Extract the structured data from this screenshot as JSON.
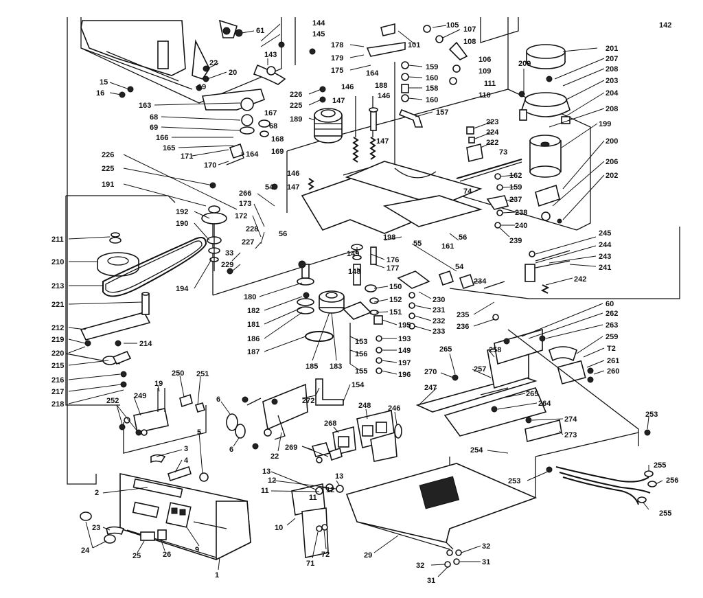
{
  "callouts": [
    {
      "id": "callout-142",
      "text": "142"
    },
    {
      "id": "callout-144",
      "text": "144"
    },
    {
      "id": "callout-145",
      "text": "145"
    },
    {
      "id": "callout-61",
      "text": "61"
    },
    {
      "id": "callout-105",
      "text": "105"
    },
    {
      "id": "callout-107",
      "text": "107"
    },
    {
      "id": "callout-108",
      "text": "108"
    },
    {
      "id": "callout-178",
      "text": "178"
    },
    {
      "id": "callout-179",
      "text": "179"
    },
    {
      "id": "callout-175",
      "text": "175"
    },
    {
      "id": "callout-101",
      "text": "101"
    },
    {
      "id": "callout-106",
      "text": "106"
    },
    {
      "id": "callout-109",
      "text": "109"
    },
    {
      "id": "callout-111",
      "text": "111"
    },
    {
      "id": "callout-110",
      "text": "110"
    },
    {
      "id": "callout-159a",
      "text": "159"
    },
    {
      "id": "callout-160a",
      "text": "160"
    },
    {
      "id": "callout-158",
      "text": "158"
    },
    {
      "id": "callout-160b",
      "text": "160"
    },
    {
      "id": "callout-157",
      "text": "157"
    },
    {
      "id": "callout-201",
      "text": "201"
    },
    {
      "id": "callout-207",
      "text": "207"
    },
    {
      "id": "callout-208a",
      "text": "208"
    },
    {
      "id": "callout-203",
      "text": "203"
    },
    {
      "id": "callout-204",
      "text": "204"
    },
    {
      "id": "callout-208b",
      "text": "208"
    },
    {
      "id": "callout-209",
      "text": "209"
    },
    {
      "id": "callout-199",
      "text": "199"
    },
    {
      "id": "callout-200",
      "text": "200"
    },
    {
      "id": "callout-206",
      "text": "206"
    },
    {
      "id": "callout-202",
      "text": "202"
    },
    {
      "id": "callout-22a",
      "text": "22"
    },
    {
      "id": "callout-20",
      "text": "20"
    },
    {
      "id": "callout-19a",
      "text": "19"
    },
    {
      "id": "callout-143",
      "text": "143"
    },
    {
      "id": "callout-15",
      "text": "15"
    },
    {
      "id": "callout-16",
      "text": "16"
    },
    {
      "id": "callout-163",
      "text": "163"
    },
    {
      "id": "callout-68a",
      "text": "68"
    },
    {
      "id": "callout-69",
      "text": "69"
    },
    {
      "id": "callout-166",
      "text": "166"
    },
    {
      "id": "callout-165",
      "text": "165"
    },
    {
      "id": "callout-171",
      "text": "171"
    },
    {
      "id": "callout-170",
      "text": "170"
    },
    {
      "id": "callout-167",
      "text": "167"
    },
    {
      "id": "callout-68b",
      "text": "68"
    },
    {
      "id": "callout-168",
      "text": "168"
    },
    {
      "id": "callout-169",
      "text": "169"
    },
    {
      "id": "callout-164a",
      "text": "164"
    },
    {
      "id": "callout-226a",
      "text": "226"
    },
    {
      "id": "callout-225a",
      "text": "225"
    },
    {
      "id": "callout-189",
      "text": "189"
    },
    {
      "id": "callout-146a",
      "text": "146"
    },
    {
      "id": "callout-147a",
      "text": "147"
    },
    {
      "id": "callout-164b",
      "text": "164"
    },
    {
      "id": "callout-188",
      "text": "188"
    },
    {
      "id": "callout-146b",
      "text": "146"
    },
    {
      "id": "callout-147b",
      "text": "147"
    },
    {
      "id": "callout-223",
      "text": "223"
    },
    {
      "id": "callout-224",
      "text": "224"
    },
    {
      "id": "callout-222",
      "text": "222"
    },
    {
      "id": "callout-73",
      "text": "73"
    },
    {
      "id": "callout-162",
      "text": "162"
    },
    {
      "id": "callout-159b",
      "text": "159"
    },
    {
      "id": "callout-237",
      "text": "237"
    },
    {
      "id": "callout-238",
      "text": "238"
    },
    {
      "id": "callout-240",
      "text": "240"
    },
    {
      "id": "callout-239",
      "text": "239"
    },
    {
      "id": "callout-74",
      "text": "74"
    },
    {
      "id": "callout-226b",
      "text": "226"
    },
    {
      "id": "callout-225b",
      "text": "225"
    },
    {
      "id": "callout-191",
      "text": "191"
    },
    {
      "id": "callout-266",
      "text": "266"
    },
    {
      "id": "callout-173",
      "text": "173"
    },
    {
      "id": "callout-172",
      "text": "172"
    },
    {
      "id": "callout-146c",
      "text": "146"
    },
    {
      "id": "callout-147c",
      "text": "147"
    },
    {
      "id": "callout-54a",
      "text": "54"
    },
    {
      "id": "callout-192",
      "text": "192"
    },
    {
      "id": "callout-190",
      "text": "190"
    },
    {
      "id": "callout-228",
      "text": "228"
    },
    {
      "id": "callout-227",
      "text": "227"
    },
    {
      "id": "callout-33",
      "text": "33"
    },
    {
      "id": "callout-229",
      "text": "229"
    },
    {
      "id": "callout-194",
      "text": "194"
    },
    {
      "id": "callout-56a",
      "text": "56"
    },
    {
      "id": "callout-198",
      "text": "198"
    },
    {
      "id": "callout-55",
      "text": "55"
    },
    {
      "id": "callout-56b",
      "text": "56"
    },
    {
      "id": "callout-161",
      "text": "161"
    },
    {
      "id": "callout-211",
      "text": "211"
    },
    {
      "id": "callout-210",
      "text": "210"
    },
    {
      "id": "callout-213",
      "text": "213"
    },
    {
      "id": "callout-221",
      "text": "221"
    },
    {
      "id": "callout-212",
      "text": "212"
    },
    {
      "id": "callout-219",
      "text": "219"
    },
    {
      "id": "callout-214",
      "text": "214"
    },
    {
      "id": "callout-220",
      "text": "220"
    },
    {
      "id": "callout-215",
      "text": "215"
    },
    {
      "id": "callout-216",
      "text": "216"
    },
    {
      "id": "callout-217",
      "text": "217"
    },
    {
      "id": "callout-218",
      "text": "218"
    },
    {
      "id": "callout-245",
      "text": "245"
    },
    {
      "id": "callout-244",
      "text": "244"
    },
    {
      "id": "callout-243",
      "text": "243"
    },
    {
      "id": "callout-241",
      "text": "241"
    },
    {
      "id": "callout-242",
      "text": "242"
    },
    {
      "id": "callout-149a",
      "text": "149"
    },
    {
      "id": "callout-176",
      "text": "176"
    },
    {
      "id": "callout-177",
      "text": "177"
    },
    {
      "id": "callout-148",
      "text": "148"
    },
    {
      "id": "callout-150",
      "text": "150"
    },
    {
      "id": "callout-152",
      "text": "152"
    },
    {
      "id": "callout-151",
      "text": "151"
    },
    {
      "id": "callout-54b",
      "text": "54"
    },
    {
      "id": "callout-234",
      "text": "234"
    },
    {
      "id": "callout-230",
      "text": "230"
    },
    {
      "id": "callout-231",
      "text": "231"
    },
    {
      "id": "callout-232",
      "text": "232"
    },
    {
      "id": "callout-233",
      "text": "233"
    },
    {
      "id": "callout-235",
      "text": "235"
    },
    {
      "id": "callout-236",
      "text": "236"
    },
    {
      "id": "callout-180",
      "text": "180"
    },
    {
      "id": "callout-182",
      "text": "182"
    },
    {
      "id": "callout-181",
      "text": "181"
    },
    {
      "id": "callout-186",
      "text": "186"
    },
    {
      "id": "callout-187",
      "text": "187"
    },
    {
      "id": "callout-185",
      "text": "185"
    },
    {
      "id": "callout-183",
      "text": "183"
    },
    {
      "id": "callout-195",
      "text": "195"
    },
    {
      "id": "callout-193",
      "text": "193"
    },
    {
      "id": "callout-153",
      "text": "153"
    },
    {
      "id": "callout-156",
      "text": "156"
    },
    {
      "id": "callout-155",
      "text": "155"
    },
    {
      "id": "callout-149b",
      "text": "149"
    },
    {
      "id": "callout-197",
      "text": "197"
    },
    {
      "id": "callout-196",
      "text": "196"
    },
    {
      "id": "callout-154",
      "text": "154"
    },
    {
      "id": "callout-60",
      "text": "60"
    },
    {
      "id": "callout-262",
      "text": "262"
    },
    {
      "id": "callout-263",
      "text": "263"
    },
    {
      "id": "callout-259",
      "text": "259"
    },
    {
      "id": "callout-72a",
      "text": "T2"
    },
    {
      "id": "callout-261",
      "text": "261"
    },
    {
      "id": "callout-260",
      "text": "260"
    },
    {
      "id": "callout-258",
      "text": "258"
    },
    {
      "id": "callout-265a",
      "text": "265"
    },
    {
      "id": "callout-270",
      "text": "270"
    },
    {
      "id": "callout-257",
      "text": "257"
    },
    {
      "id": "callout-247",
      "text": "247"
    },
    {
      "id": "callout-265b",
      "text": "265"
    },
    {
      "id": "callout-264",
      "text": "264"
    },
    {
      "id": "callout-274",
      "text": "274"
    },
    {
      "id": "callout-273",
      "text": "273"
    },
    {
      "id": "callout-253a",
      "text": "253"
    },
    {
      "id": "callout-250",
      "text": "250"
    },
    {
      "id": "callout-251",
      "text": "251"
    },
    {
      "id": "callout-19b",
      "text": "19"
    },
    {
      "id": "callout-249",
      "text": "249"
    },
    {
      "id": "callout-252",
      "text": "252"
    },
    {
      "id": "callout-6a",
      "text": "6"
    },
    {
      "id": "callout-6b",
      "text": "6"
    },
    {
      "id": "callout-272",
      "text": "272"
    },
    {
      "id": "callout-22b",
      "text": "22"
    },
    {
      "id": "callout-248",
      "text": "248"
    },
    {
      "id": "callout-246",
      "text": "246"
    },
    {
      "id": "callout-268",
      "text": "268"
    },
    {
      "id": "callout-269",
      "text": "269"
    },
    {
      "id": "callout-254",
      "text": "254"
    },
    {
      "id": "callout-253b",
      "text": "253"
    },
    {
      "id": "callout-255a",
      "text": "255"
    },
    {
      "id": "callout-256",
      "text": "256"
    },
    {
      "id": "callout-255b",
      "text": "255"
    },
    {
      "id": "callout-5",
      "text": "5"
    },
    {
      "id": "callout-3",
      "text": "3"
    },
    {
      "id": "callout-4",
      "text": "4"
    },
    {
      "id": "callout-2",
      "text": "2"
    },
    {
      "id": "callout-13a",
      "text": "13"
    },
    {
      "id": "callout-12",
      "text": "12"
    },
    {
      "id": "callout-11a",
      "text": "11"
    },
    {
      "id": "callout-11b",
      "text": "11"
    },
    {
      "id": "callout-12b",
      "text": "12"
    },
    {
      "id": "callout-13b",
      "text": "13"
    },
    {
      "id": "callout-10",
      "text": "10"
    },
    {
      "id": "callout-71",
      "text": "71"
    },
    {
      "id": "callout-72b",
      "text": "72"
    },
    {
      "id": "callout-23",
      "text": "23"
    },
    {
      "id": "callout-24",
      "text": "24"
    },
    {
      "id": "callout-25",
      "text": "25"
    },
    {
      "id": "callout-26",
      "text": "26"
    },
    {
      "id": "callout-9",
      "text": "9"
    },
    {
      "id": "callout-1",
      "text": "1"
    },
    {
      "id": "callout-29",
      "text": "29"
    },
    {
      "id": "callout-32a",
      "text": "32"
    },
    {
      "id": "callout-32b",
      "text": "32"
    },
    {
      "id": "callout-31a",
      "text": "31"
    },
    {
      "id": "callout-31b",
      "text": "31"
    }
  ]
}
